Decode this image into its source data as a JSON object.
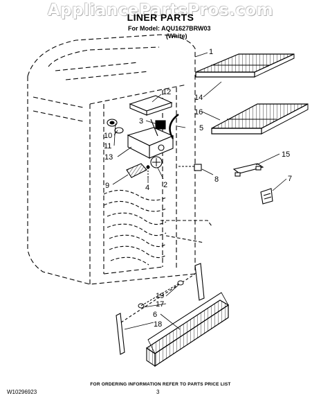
{
  "watermark": "AppliancePartsPros.com",
  "header": {
    "title": "LINER PARTS",
    "model_line": "For Model: AQU1627BRW03",
    "color_line": "(White)"
  },
  "callouts": [
    "1",
    "14",
    "16",
    "12",
    "3",
    "5",
    "10",
    "11",
    "13",
    "15",
    "8",
    "2",
    "9",
    "4",
    "7",
    "19",
    "17",
    "6",
    "18"
  ],
  "footer": {
    "ordering_note": "FOR ORDERING INFORMATION REFER TO PARTS PRICE LIST",
    "document_number": "W10296923",
    "page_number": "3"
  }
}
